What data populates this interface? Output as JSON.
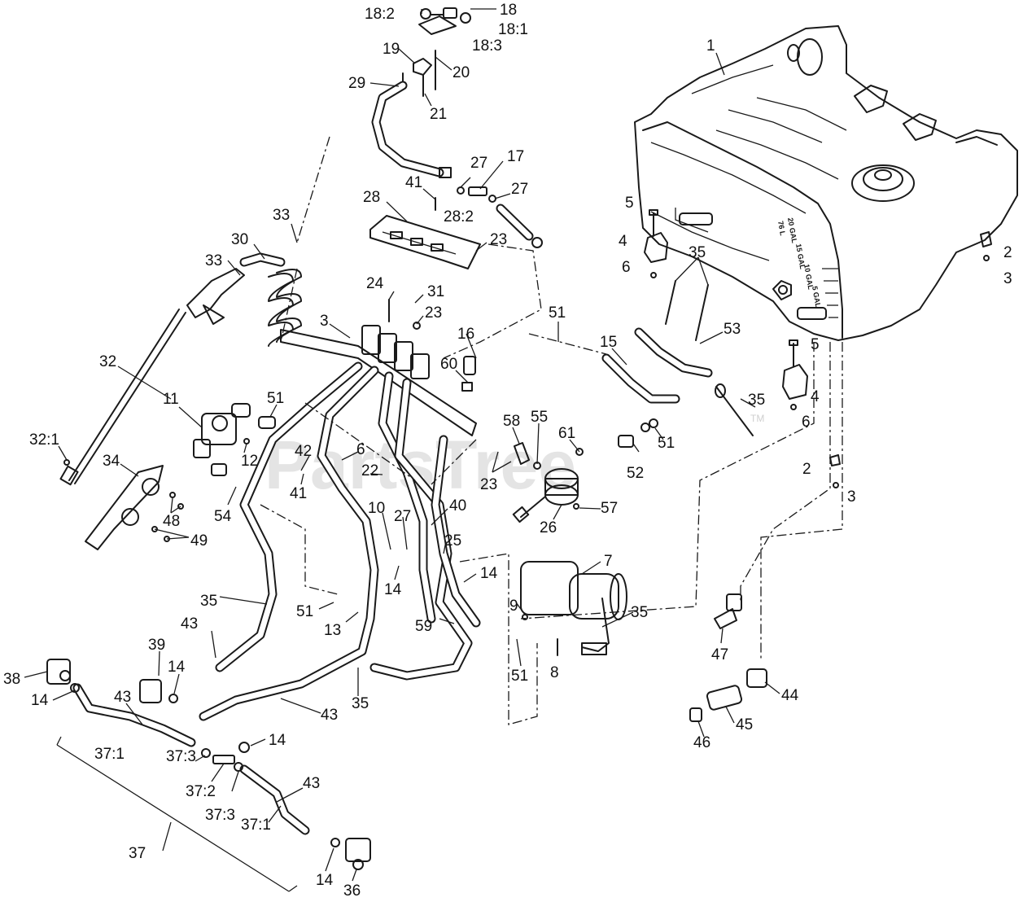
{
  "watermark": {
    "text": "PartsTree",
    "tm": "TM"
  },
  "tank_markings": [
    "20 GAL",
    "76 L",
    "15 GAL",
    "10 GAL",
    "5 GAL"
  ],
  "callouts": [
    {
      "text": "1"
    },
    {
      "text": "2"
    },
    {
      "text": "3"
    },
    {
      "text": "5"
    },
    {
      "text": "4"
    },
    {
      "text": "6"
    },
    {
      "text": "5"
    },
    {
      "text": "4"
    },
    {
      "text": "6"
    },
    {
      "text": "2"
    },
    {
      "text": "3"
    },
    {
      "text": "18:2"
    },
    {
      "text": "18"
    },
    {
      "text": "18:1"
    },
    {
      "text": "18:3"
    },
    {
      "text": "19"
    },
    {
      "text": "20"
    },
    {
      "text": "29"
    },
    {
      "text": "21"
    },
    {
      "text": "27"
    },
    {
      "text": "17"
    },
    {
      "text": "27"
    },
    {
      "text": "41"
    },
    {
      "text": "28"
    },
    {
      "text": "28:2"
    },
    {
      "text": "33"
    },
    {
      "text": "23"
    },
    {
      "text": "30"
    },
    {
      "text": "33"
    },
    {
      "text": "24"
    },
    {
      "text": "31"
    },
    {
      "text": "23"
    },
    {
      "text": "3"
    },
    {
      "text": "35"
    },
    {
      "text": "53"
    },
    {
      "text": "51"
    },
    {
      "text": "15"
    },
    {
      "text": "16"
    },
    {
      "text": "60"
    },
    {
      "text": "32"
    },
    {
      "text": "11"
    },
    {
      "text": "51"
    },
    {
      "text": "35"
    },
    {
      "text": "32:1"
    },
    {
      "text": "12"
    },
    {
      "text": "42"
    },
    {
      "text": "6"
    },
    {
      "text": "58"
    },
    {
      "text": "55"
    },
    {
      "text": "61"
    },
    {
      "text": "51"
    },
    {
      "text": "34"
    },
    {
      "text": "41"
    },
    {
      "text": "22"
    },
    {
      "text": "23"
    },
    {
      "text": "52"
    },
    {
      "text": "54"
    },
    {
      "text": "48"
    },
    {
      "text": "49"
    },
    {
      "text": "10"
    },
    {
      "text": "27"
    },
    {
      "text": "40"
    },
    {
      "text": "26"
    },
    {
      "text": "57"
    },
    {
      "text": "25"
    },
    {
      "text": "7"
    },
    {
      "text": "14"
    },
    {
      "text": "14"
    },
    {
      "text": "35"
    },
    {
      "text": "51"
    },
    {
      "text": "9"
    },
    {
      "text": "35"
    },
    {
      "text": "43"
    },
    {
      "text": "13"
    },
    {
      "text": "59"
    },
    {
      "text": "39"
    },
    {
      "text": "47"
    },
    {
      "text": "38"
    },
    {
      "text": "14"
    },
    {
      "text": "51"
    },
    {
      "text": "8"
    },
    {
      "text": "14"
    },
    {
      "text": "43"
    },
    {
      "text": "35"
    },
    {
      "text": "43"
    },
    {
      "text": "44"
    },
    {
      "text": "45"
    },
    {
      "text": "46"
    },
    {
      "text": "37:1"
    },
    {
      "text": "14"
    },
    {
      "text": "37:3"
    },
    {
      "text": "37:2"
    },
    {
      "text": "37:3"
    },
    {
      "text": "43"
    },
    {
      "text": "37:1"
    },
    {
      "text": "37"
    },
    {
      "text": "14"
    },
    {
      "text": "36"
    }
  ]
}
